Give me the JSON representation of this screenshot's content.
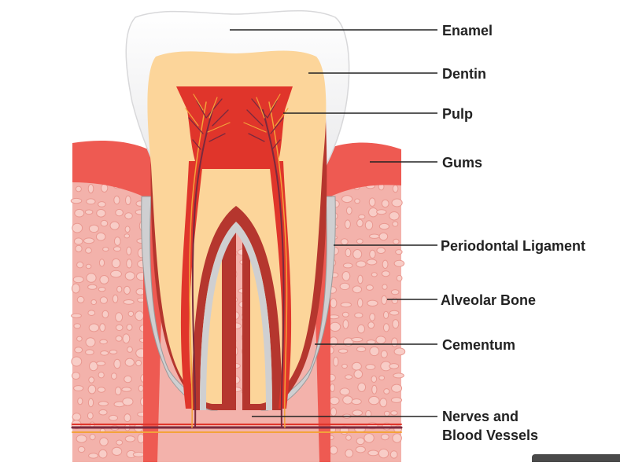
{
  "diagram": {
    "labels": {
      "enamel": "Enamel",
      "dentin": "Dentin",
      "pulp": "Pulp",
      "gums": "Gums",
      "periodontal_ligament": "Periodontal Ligament",
      "alveolar_bone": "Alveolar Bone",
      "cementum": "Cementum",
      "nerves_line1": "Nerves and",
      "nerves_line2": "Blood Vessels"
    },
    "colors": {
      "enamel": "#f4f4f4",
      "dentin": "#fcd59a",
      "pulp": "#e0352b",
      "gums": "#ee5a52",
      "bone": "#f3b2ab",
      "bone_cells": "#f7c8c2",
      "ligament": "#c9c9c9",
      "cementum": "#b5362e",
      "nerve": "#f3a33a",
      "vessel": "#7a2a3e",
      "leader": "#222222"
    }
  }
}
